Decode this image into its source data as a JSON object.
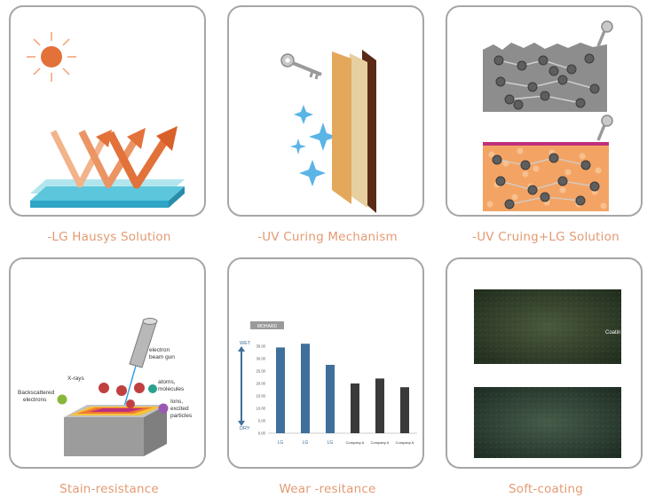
{
  "captions": {
    "c1": "-LG Hausys Solution",
    "c2": "-UV Curing Mechanism",
    "c3": "-UV Cruing+LG Solution",
    "c4": "Stain-resistance",
    "c5": "Wear -resitance",
    "c6": "Soft-coating"
  },
  "stain": {
    "electron_gun": "electron beam gun",
    "xrays": "X-rays",
    "backscattered": "Backscattered electrons",
    "atoms": "atoms, molecules",
    "ions": "Ions, excited particles"
  },
  "wear": {
    "header_tag": "MOHARD",
    "wet_label": "WET",
    "dry_label": "DRY"
  },
  "soft": {
    "top_label": "Coatin"
  },
  "chart_data": {
    "type": "bar",
    "categories": [
      "LG",
      "LG",
      "LG",
      "Company A",
      "Company A",
      "Company A"
    ],
    "values": [
      34.5,
      36,
      27.5,
      20,
      22,
      18.5
    ],
    "ylim": [
      0,
      35
    ],
    "yticks": [
      0,
      5,
      10,
      15,
      20,
      25,
      30,
      35
    ],
    "ytick_labels": [
      "0.00",
      "5.00",
      "10.00",
      "15.00",
      "20.00",
      "25.00",
      "30.00",
      "35.00"
    ],
    "bar_colors": [
      "#3f6f9b",
      "#3f6f9b",
      "#3f6f9b",
      "#3a3a3a",
      "#3a3a3a",
      "#3a3a3a"
    ],
    "grid": false
  },
  "colors": {
    "caption": "#e39a72",
    "card_border": "#a6a6a6",
    "lg_bar": "#3f6f9b",
    "competitor_bar": "#3a3a3a"
  }
}
